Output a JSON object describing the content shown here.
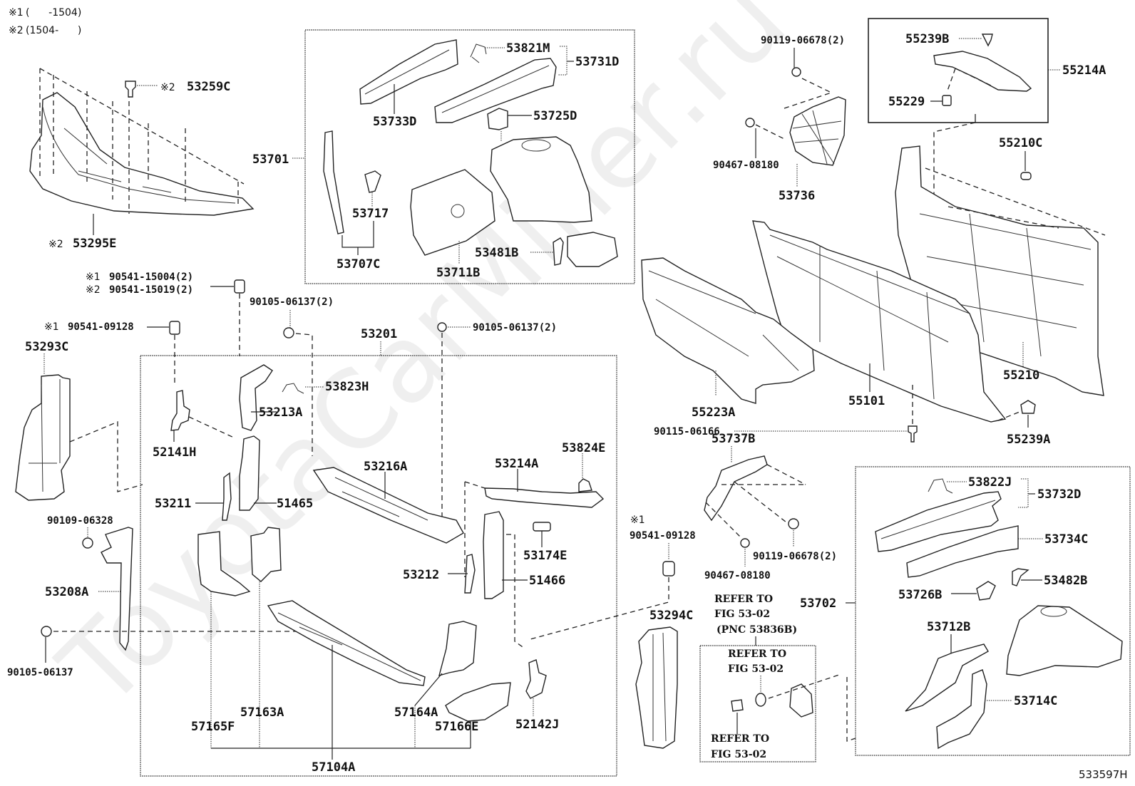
{
  "diagram": {
    "type": "exploded-parts-diagram",
    "figure_id": "533597H",
    "watermark": "ToyotaCarMiner.ru",
    "legend": [
      {
        "mark": "※1",
        "range": "(      -1504)"
      },
      {
        "mark": "※2",
        "range": "(1504-      )"
      }
    ],
    "labels": {
      "p53259C": {
        "prefix": "※2",
        "text": "53259C"
      },
      "p53295E": {
        "prefix": "※2",
        "text": "53295E"
      },
      "p90541_15004": {
        "prefix": "※1",
        "text": "90541-15004(2)"
      },
      "p90541_15019": {
        "prefix": "※2",
        "text": "90541-15019(2)"
      },
      "p90105_06137_2a": {
        "text": "90105-06137(2)"
      },
      "p90541_09128_a": {
        "prefix": "※1",
        "text": "90541-09128"
      },
      "p53293C": {
        "text": "53293C"
      },
      "p90109_06328": {
        "text": "90109-06328"
      },
      "p53208A": {
        "text": "53208A"
      },
      "p90105_06137": {
        "text": "90105-06137"
      },
      "p53201": {
        "text": "53201"
      },
      "p90105_06137_2b": {
        "text": "90105-06137(2)"
      },
      "p53823H": {
        "text": "53823H"
      },
      "p53213A": {
        "text": "53213A"
      },
      "p52141H": {
        "text": "52141H"
      },
      "p53211": {
        "text": "53211"
      },
      "p51465": {
        "text": "51465"
      },
      "p53216A": {
        "text": "53216A"
      },
      "p53214A": {
        "text": "53214A"
      },
      "p53824E": {
        "text": "53824E"
      },
      "p53174E": {
        "text": "53174E"
      },
      "p53212": {
        "text": "53212"
      },
      "p51466": {
        "text": "51466"
      },
      "p57163A": {
        "text": "57163A"
      },
      "p57165F": {
        "text": "57165F"
      },
      "p57164A": {
        "text": "57164A"
      },
      "p57166E": {
        "text": "57166E"
      },
      "p52142J": {
        "text": "52142J"
      },
      "p57104A": {
        "text": "57104A"
      },
      "p53701": {
        "text": "53701"
      },
      "p53821M": {
        "text": "53821M"
      },
      "p53731D": {
        "text": "53731D"
      },
      "p53733D": {
        "text": "53733D"
      },
      "p53725D": {
        "text": "53725D"
      },
      "p53717": {
        "text": "53717"
      },
      "p53707C": {
        "text": "53707C"
      },
      "p53711B": {
        "text": "53711B"
      },
      "p53481B": {
        "text": "53481B"
      },
      "p90119_06678_a": {
        "text": "90119-06678(2)"
      },
      "p90467_08180_a": {
        "text": "90467-08180"
      },
      "p53736": {
        "text": "53736"
      },
      "p55239B": {
        "text": "55239B"
      },
      "p55229": {
        "text": "55229"
      },
      "p55214A": {
        "text": "55214A"
      },
      "p55210C": {
        "text": "55210C"
      },
      "p55223A": {
        "text": "55223A"
      },
      "p55101": {
        "text": "55101"
      },
      "p55210": {
        "text": "55210"
      },
      "p90115_06166": {
        "text": "90115-06166"
      },
      "p55239A": {
        "text": "55239A"
      },
      "p53737B": {
        "text": "53737B"
      },
      "p90541_09128_b_mark": {
        "text": "※1"
      },
      "p90541_09128_b": {
        "text": "90541-09128"
      },
      "p90119_06678_b": {
        "text": "90119-06678(2)"
      },
      "p90467_08180_b": {
        "text": "90467-08180"
      },
      "p53294C": {
        "text": "53294C"
      },
      "p53702": {
        "text": "53702"
      },
      "p53822J": {
        "text": "53822J"
      },
      "p53732D": {
        "text": "53732D"
      },
      "p53734C": {
        "text": "53734C"
      },
      "p53726B": {
        "text": "53726B"
      },
      "p53482B": {
        "text": "53482B"
      },
      "p53712B": {
        "text": "53712B"
      },
      "p53714C": {
        "text": "53714C"
      }
    },
    "refer_box": {
      "header": [
        "REFER TO",
        "FIG 53-02",
        "(PNC 53836B)"
      ],
      "inner_top": [
        "REFER TO",
        "FIG 53-02"
      ],
      "inner_bottom": [
        "REFER TO",
        "FIG 53-02"
      ]
    }
  }
}
